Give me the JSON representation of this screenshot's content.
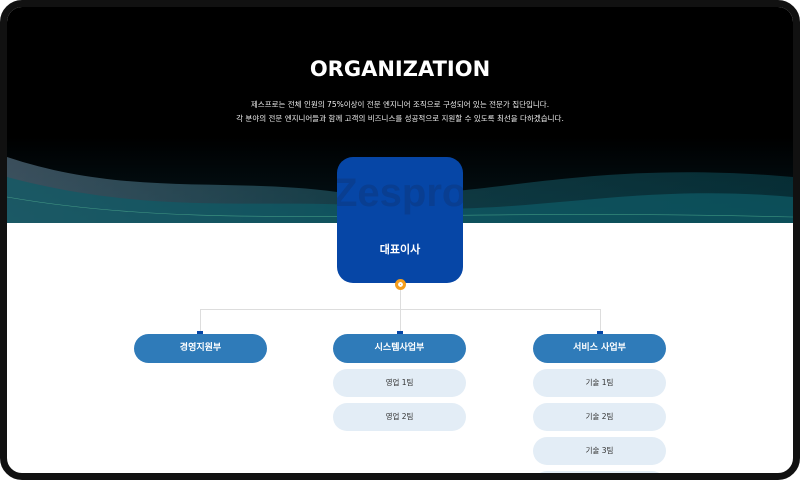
{
  "hero": {
    "title": "ORGANIZATION",
    "desc_line1": "제스프로는 전체 인원의 75%이상이 전문 엔지니어 조직으로 구성되어 있는 전문가 집단입니다.",
    "desc_line2": "각 분야의 전문 엔지니어들과 함께 고객의 비즈니스를 성공적으로  지원할 수 있도록 최선을 다하겠습니다."
  },
  "ceo": {
    "watermark": "Zespro",
    "label": "대표이사"
  },
  "departments": [
    {
      "label": "경영지원부",
      "teams": []
    },
    {
      "label": "시스템사업부",
      "teams": [
        "영업 1팀",
        "영업 2팀"
      ]
    },
    {
      "label": "서비스 사업부",
      "teams": [
        "기술 1팀",
        "기술 2팀",
        "기술 3팀",
        ""
      ]
    }
  ],
  "colors": {
    "ceo": "#0646a6",
    "dept": "#2f7bb9",
    "team": "#e3edf6",
    "connector_dot": "#f59e1c"
  }
}
